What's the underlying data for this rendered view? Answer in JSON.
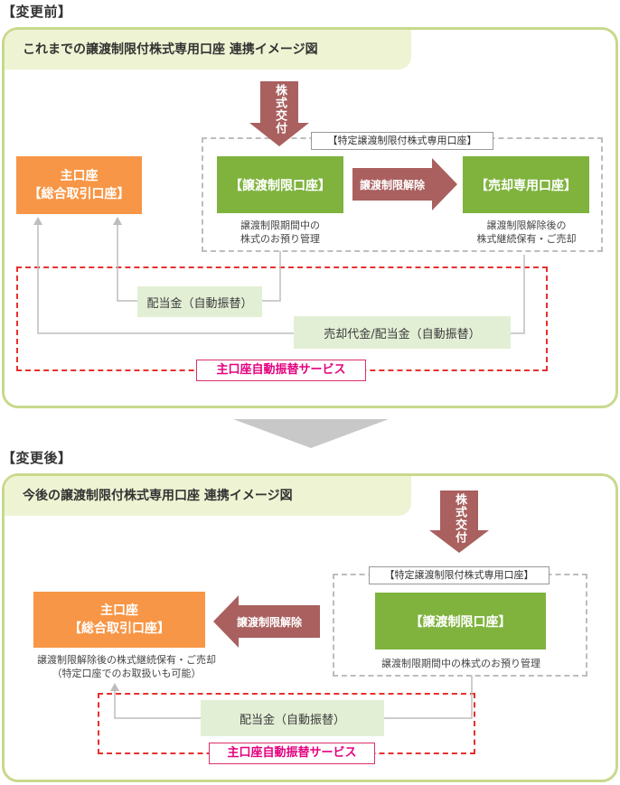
{
  "before": {
    "heading": "【変更前】",
    "title": "これまでの譲渡制限付株式専用口座 連携イメージ図",
    "issuance": "株式交付",
    "group_label": "【特定譲渡制限付株式専用口座】",
    "main_account": "主口座\n【総合取引口座】",
    "restricted_account": "【譲渡制限口座】",
    "release_arrow": "譲渡制限解除",
    "sale_account": "【売却専用口座】",
    "restricted_caption": "譲渡制限期間中の\n株式のお預り管理",
    "sale_caption": "譲渡制限解除後の\n株式継続保有・ご売却",
    "dividend_transfer": "配当金（自動振替）",
    "sale_proceeds_transfer": "売却代金/配当金（自動振替）",
    "service_label": "主口座自動振替サービス"
  },
  "after": {
    "heading": "【変更後】",
    "title": "今後の譲渡制限付株式専用口座 連携イメージ図",
    "issuance": "株式交付",
    "group_label": "【特定譲渡制限付株式専用口座】",
    "main_account": "主口座\n【総合取引口座】",
    "release_arrow": "譲渡制限解除",
    "restricted_account": "【譲渡制限口座】",
    "main_caption": "譲渡制限解除後の株式継続保有・ご売却\n（特定口座でのお取扱いも可能）",
    "restricted_caption": "譲渡制限期間中の株式のお預り管理",
    "dividend_transfer": "配当金（自動振替）",
    "service_label": "主口座自動振替サービス"
  },
  "colors": {
    "panel_border": "#c8d98c",
    "tab_fill": "#eef4d3",
    "orange": "#f79646",
    "green": "#7fb33e",
    "mint": "#e3efd5",
    "maroon_arrow": "#a9605f",
    "red_dash": "#e8302e",
    "gray_connector": "#bdbdbd"
  },
  "icons": [
    "down-arrow-icon",
    "right-arrow-icon",
    "left-arrow-icon",
    "transition-down-arrow-icon"
  ]
}
